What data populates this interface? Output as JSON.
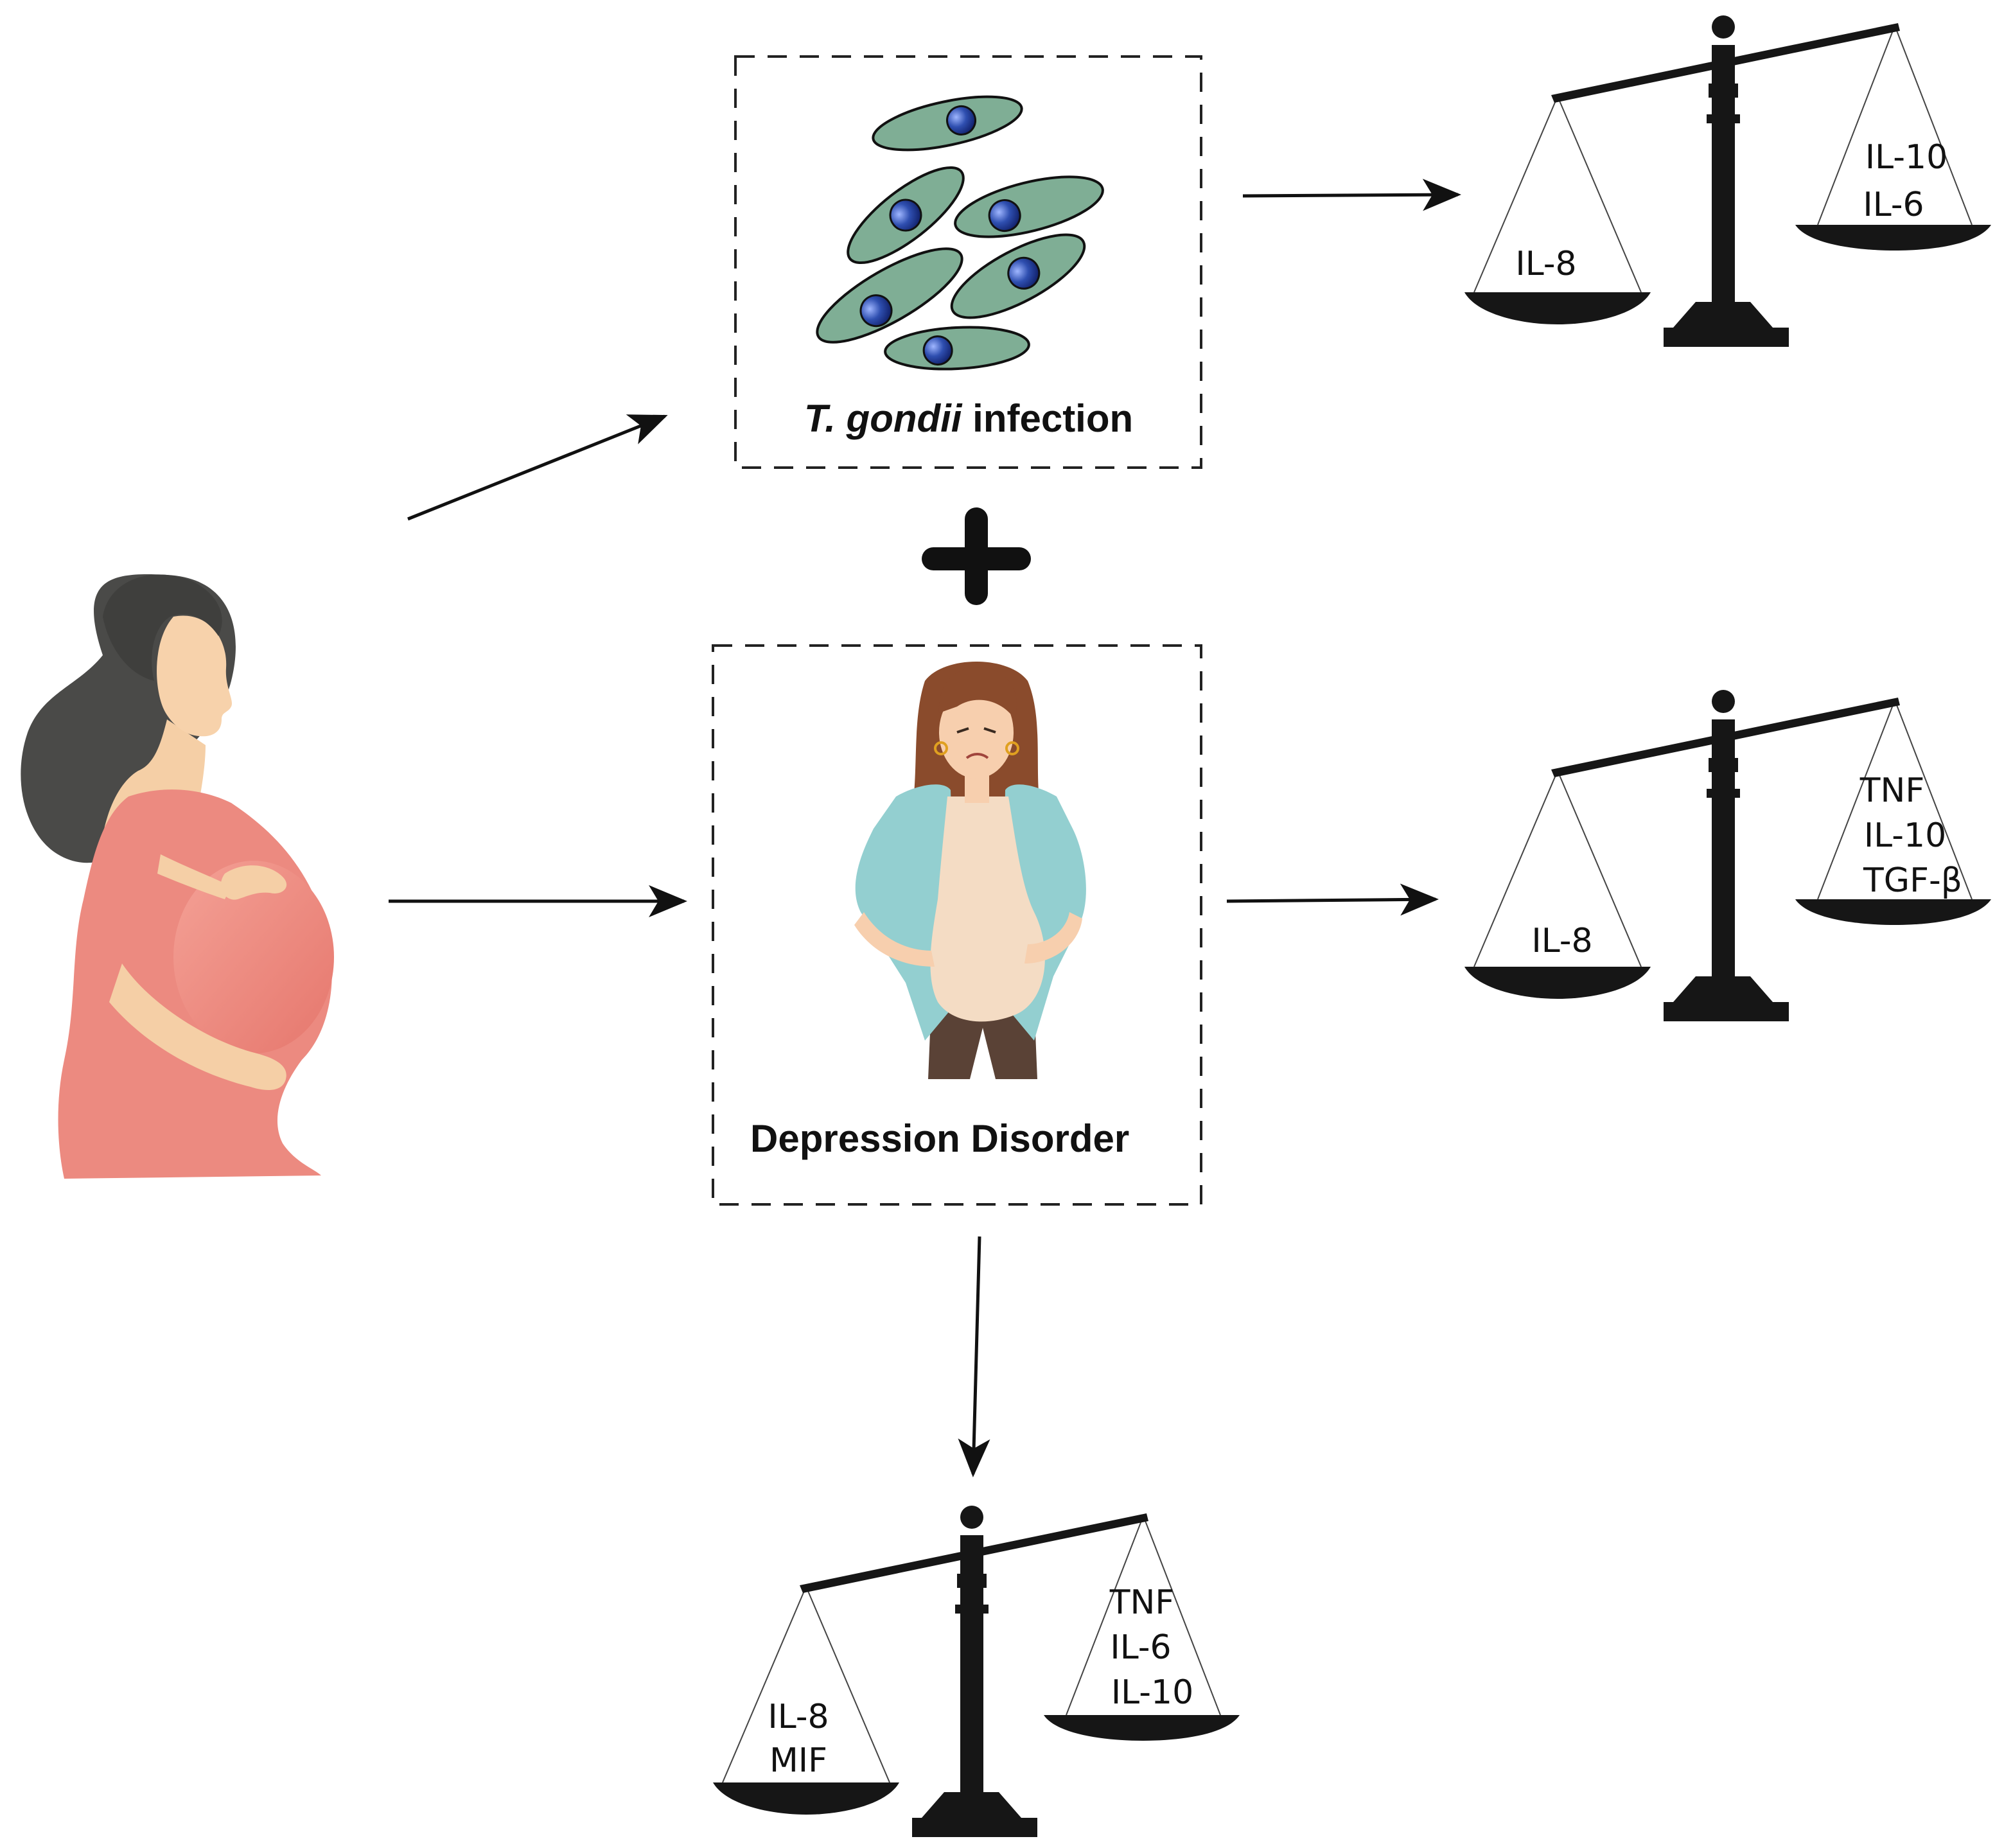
{
  "colors": {
    "dress": "#ec8a80",
    "skin": "#f7d2ab",
    "hair": "#4a4a48",
    "parasite_fill": "#7fae95",
    "parasite_nucleus": "#2f4fb0",
    "scale": "#161616",
    "cardigan": "#93cfd0",
    "pants": "#5a4236",
    "depressed_hair": "#8a4b2c"
  },
  "boxes": {
    "infection": {
      "title_italic": "T. gondii",
      "title_rest": " infection",
      "icon": "toxoplasma-parasites-icon"
    },
    "depression": {
      "title": "Depression Disorder",
      "icon": "sad-pregnant-woman-icon"
    }
  },
  "plus_sign": "+",
  "scales": {
    "infection": {
      "left": [
        "IL-8"
      ],
      "right": [
        "IL-10",
        "IL-6"
      ]
    },
    "depression": {
      "left": [
        "IL-8"
      ],
      "right": [
        "TNF",
        "IL-10",
        "TGF-β"
      ]
    },
    "combined": {
      "left": [
        "IL-8",
        "MIF"
      ],
      "right": [
        "TNF",
        "IL-6",
        "IL-10"
      ]
    }
  }
}
